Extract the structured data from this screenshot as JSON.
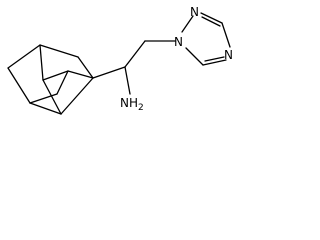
{
  "molecule": {
    "atoms": {
      "triazole_n1": "N",
      "triazole_n2": "N",
      "triazole_n4": "N",
      "amine_n": "NH",
      "amine_sub": "2"
    }
  }
}
